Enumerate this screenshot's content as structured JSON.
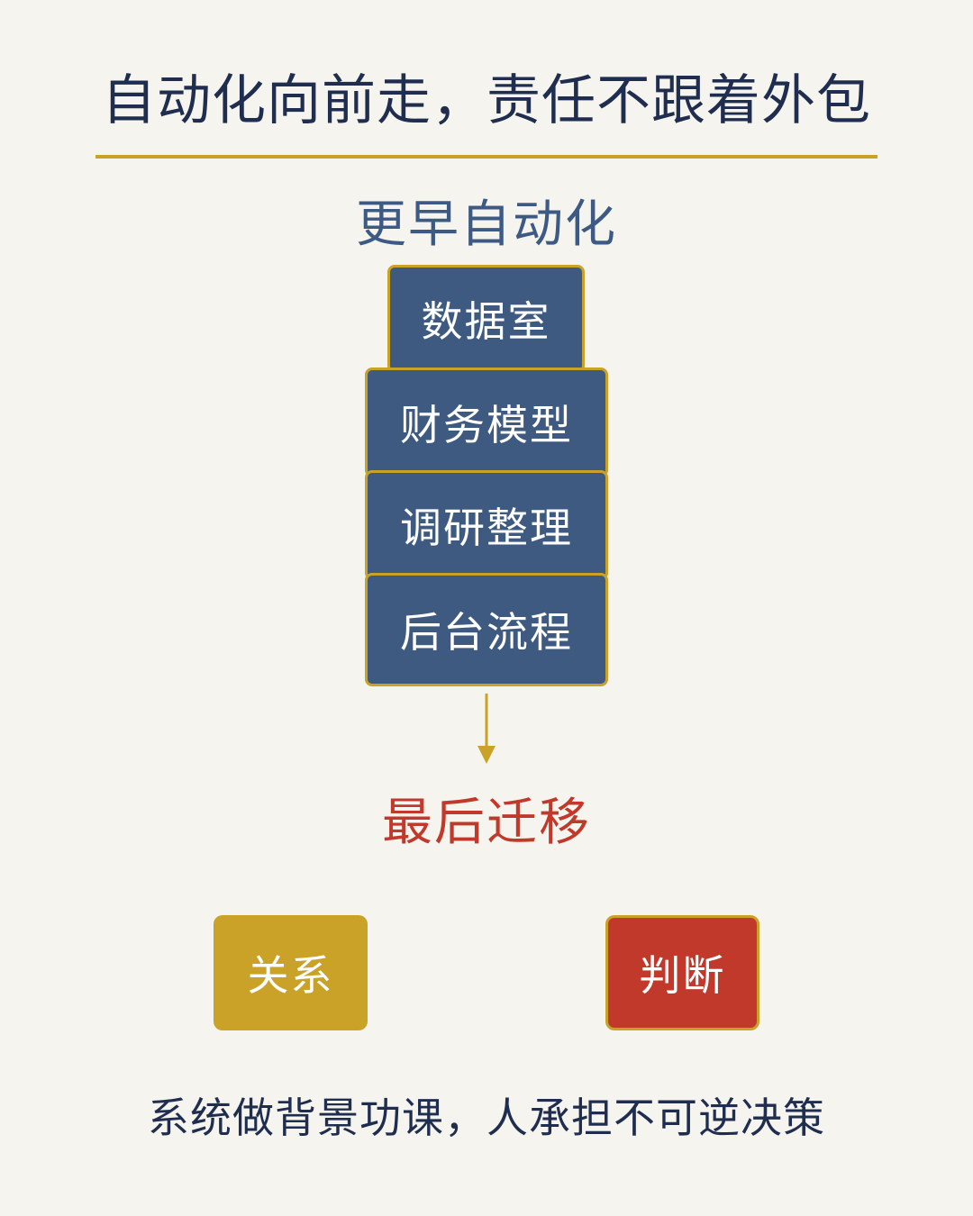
{
  "title": "自动化向前走，责任不跟着外包",
  "subtitle": "更早自动化",
  "stack": [
    {
      "label": "数据室"
    },
    {
      "label": "财务模型"
    },
    {
      "label": "调研整理"
    },
    {
      "label": "后台流程"
    }
  ],
  "migrate_label": "最后迁移",
  "human_items": {
    "relation": "关系",
    "judgment": "判断"
  },
  "footer": "系统做背景功课，人承担不可逆决策",
  "colors": {
    "background": "#f6f4ef",
    "navy_text": "#1f2d4f",
    "block_fill": "#3e5a80",
    "gold": "#c9a227",
    "red": "#c0392b"
  }
}
